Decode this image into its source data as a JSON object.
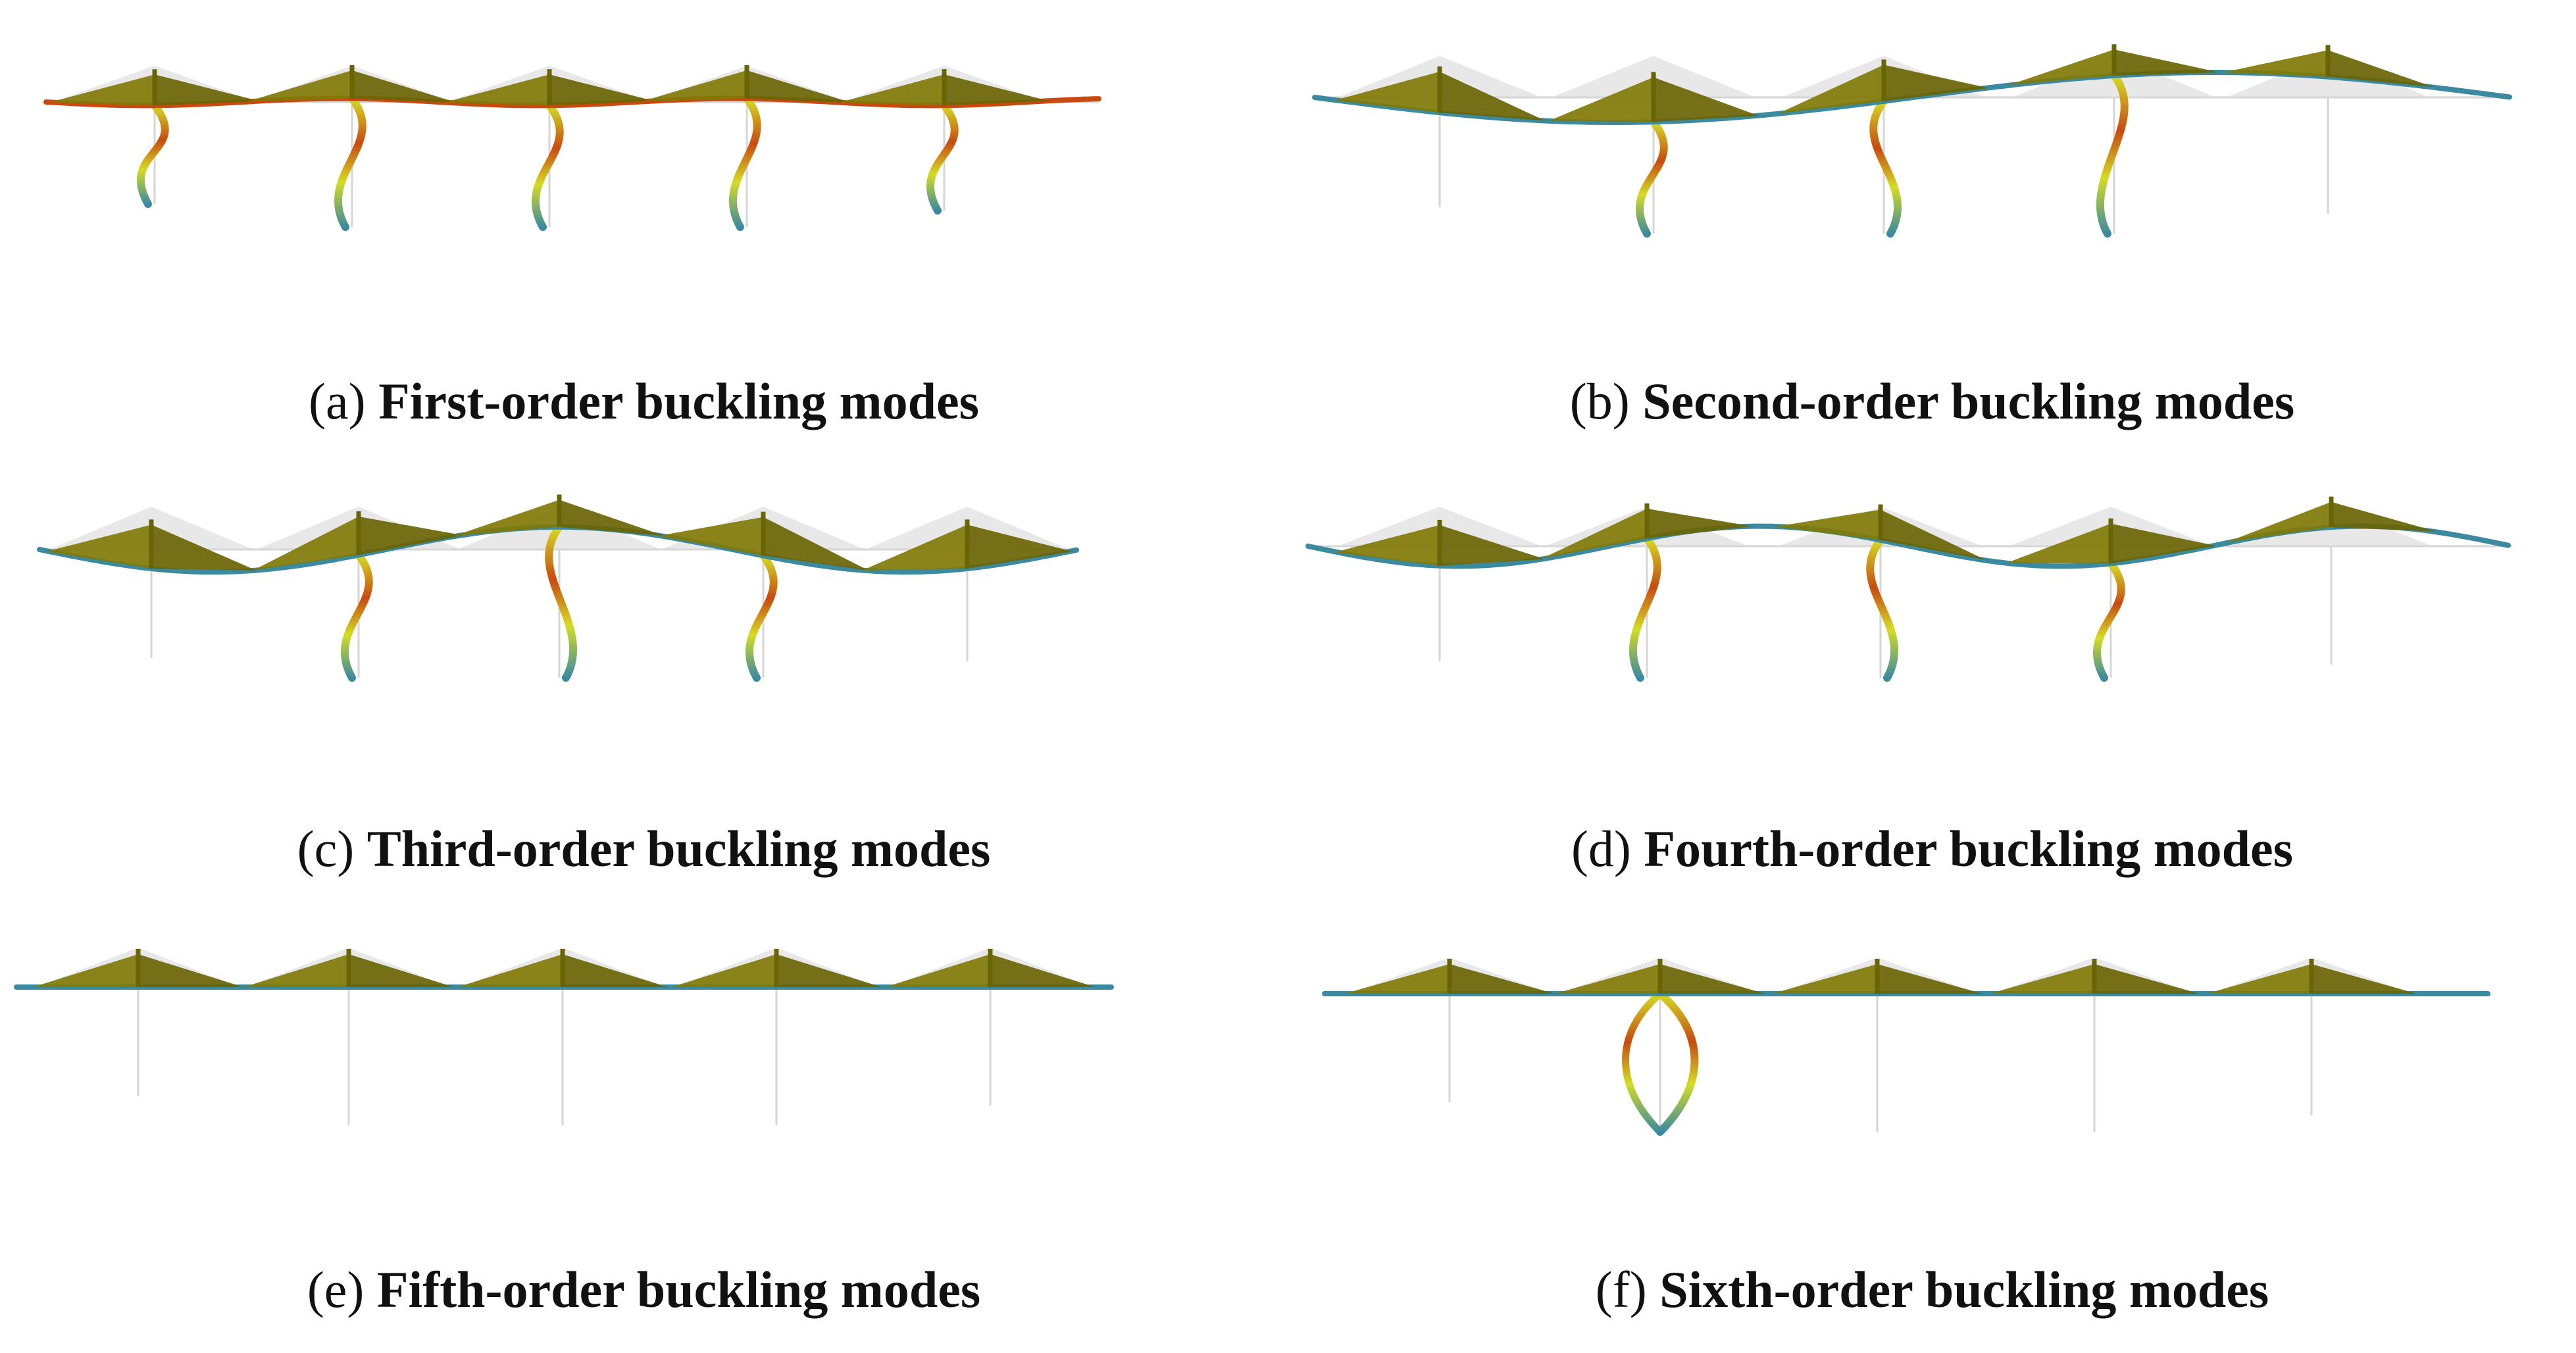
{
  "colors": {
    "deck": "#807a08",
    "deck_shade": "#6a6504",
    "ghost": "#d6d6d6",
    "pylon_low": "#3b8aa0",
    "pylon_mid": "#39c97a",
    "pylon_high": "#d4dc24",
    "pylon_peak": "#c84a10"
  },
  "panels": [
    {
      "id": "a",
      "label": "(a)",
      "title": "First-order buckling modes",
      "deformation": {
        "pattern": "sway",
        "amplitude": 0.9,
        "strained_pylons": [
          0,
          1,
          2,
          3,
          4
        ]
      }
    },
    {
      "id": "b",
      "label": "(b)",
      "title": "Second-order buckling modes",
      "deformation": {
        "pattern": "wave",
        "amplitude": 1.0,
        "strained_pylons": [
          1,
          2,
          3
        ]
      }
    },
    {
      "id": "c",
      "label": "(c)",
      "title": "Third-order buckling modes",
      "deformation": {
        "pattern": "wave",
        "amplitude": 0.9,
        "strained_pylons": [
          1,
          2,
          3
        ]
      }
    },
    {
      "id": "d",
      "label": "(d)",
      "title": "Fourth-order buckling modes",
      "deformation": {
        "pattern": "wave",
        "amplitude": 0.8,
        "strained_pylons": [
          1,
          2,
          3
        ]
      }
    },
    {
      "id": "e",
      "label": "(e)",
      "title": "Fifth-order buckling modes",
      "deformation": {
        "pattern": "flat",
        "amplitude": 0.2,
        "strained_pylons": []
      }
    },
    {
      "id": "f",
      "label": "(f)",
      "title": "Sixth-order buckling modes",
      "deformation": {
        "pattern": "local",
        "amplitude": 1.0,
        "strained_pylons": [
          1
        ]
      }
    }
  ]
}
